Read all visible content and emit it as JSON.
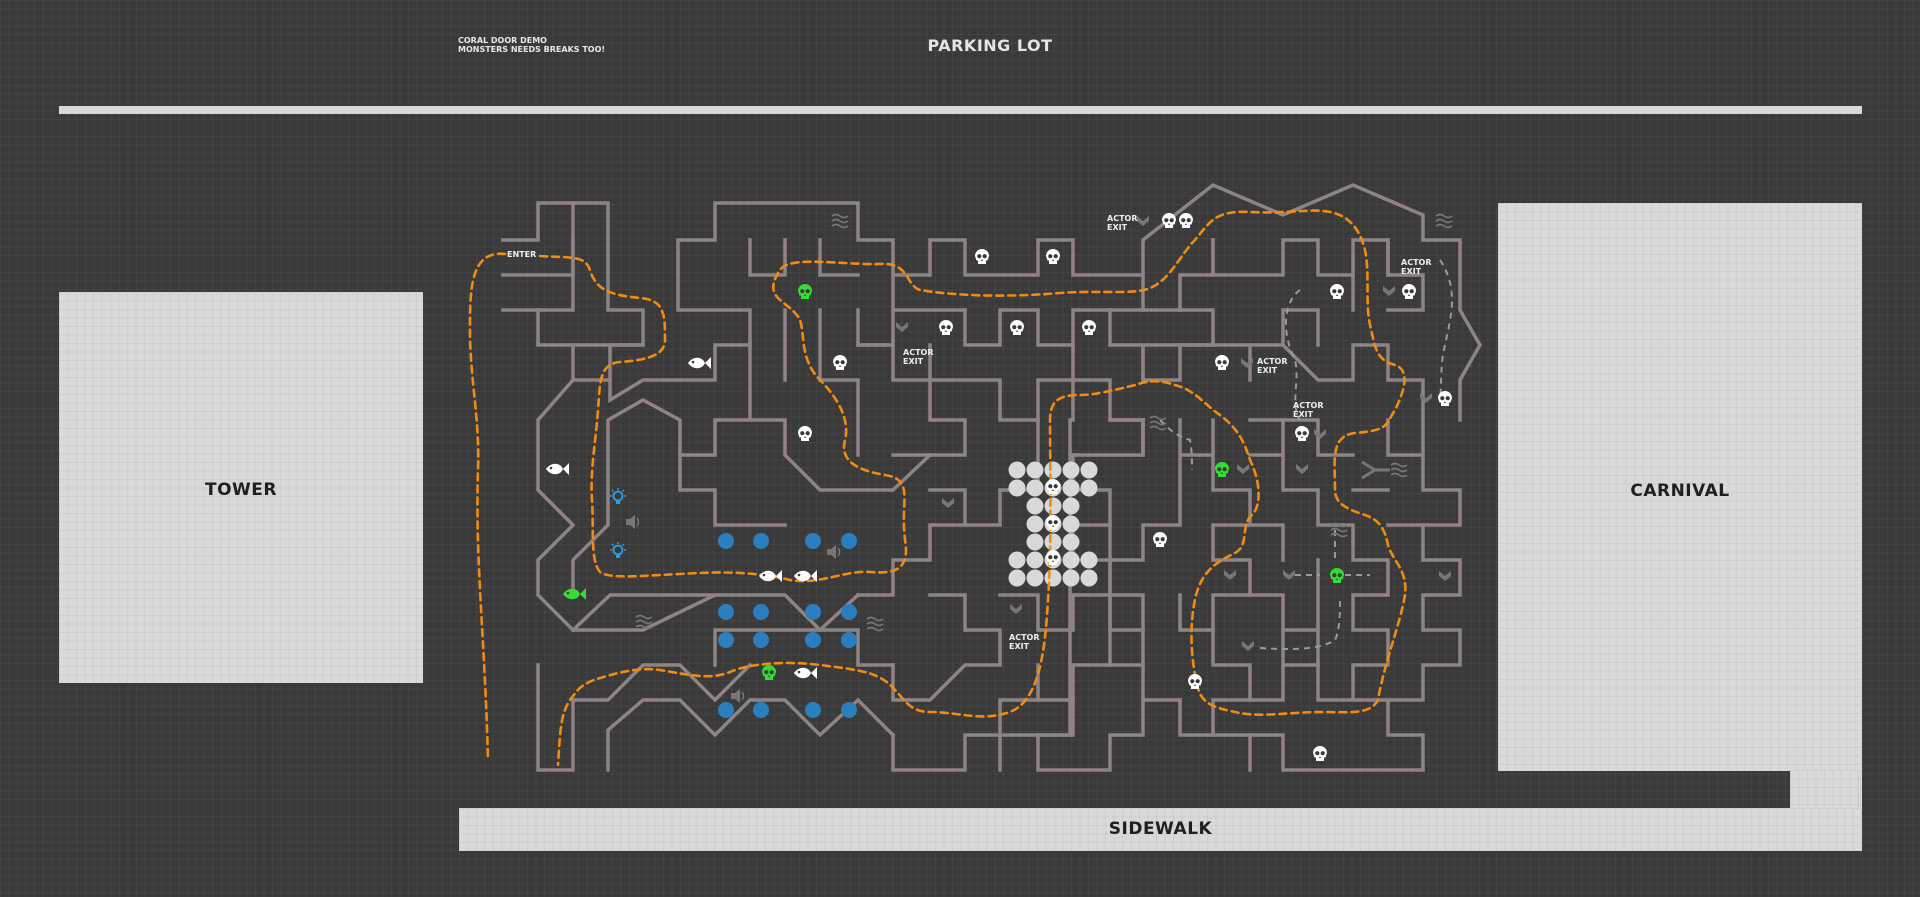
{
  "notes": {
    "line1": "CORAL DOOR DEMO",
    "line2": "MONSTERS NEEDS BREAKS TOO!"
  },
  "labels": {
    "parking_lot": "PARKING LOT",
    "tower": "TOWER",
    "carnival": "CARNIVAL",
    "sidewalk": "SIDEWALK",
    "enter": "ENTER",
    "actor_line1": "ACTOR",
    "actor_line2": "EXIT"
  },
  "colors": {
    "background": "#3a3a3a",
    "zone": "#d9d9d9",
    "wall": "#8e8484",
    "guest_route": "#f08c12",
    "actor_route": "#9a9a9a",
    "monster": "#ffffff",
    "monster_active": "#33dd33",
    "water": "#2b7fbf",
    "light": "#2b9ee8",
    "pillar": "#d8d8d8"
  },
  "legend_icons": {
    "monster": "skull-icon",
    "active_monster": "green-skull-icon",
    "fish": "fish-icon",
    "light": "lightbulb-icon",
    "sound": "speaker-icon",
    "fog": "fog-icon",
    "water": "water-jet",
    "actor_exit": "actor-exit-icon",
    "scare_marker": "chevron-down-icon"
  }
}
